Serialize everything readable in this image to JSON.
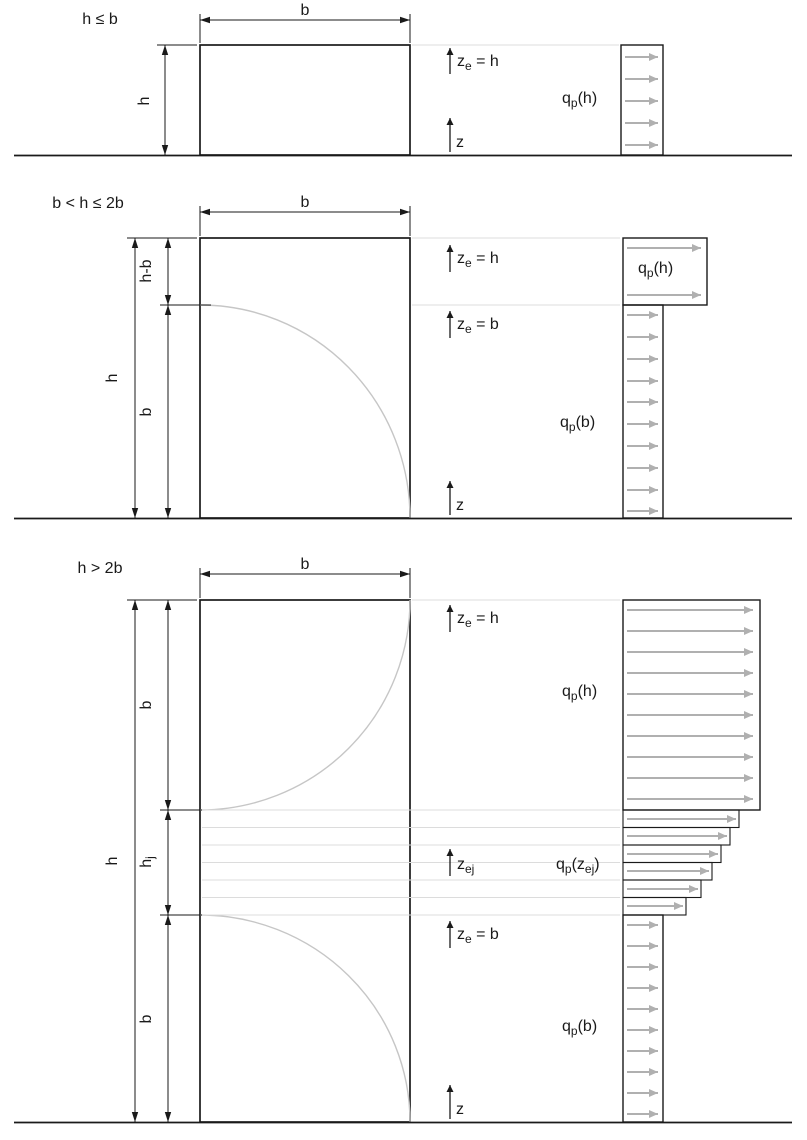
{
  "colors": {
    "line": "#1a1a1a",
    "pressure_arrow": "#b0b0b0",
    "zone_arc": "#c6c6c6",
    "guide_line": "#dcdcdc",
    "background": "#ffffff"
  },
  "cases": [
    {
      "condition": "h ≤ b",
      "dim_b": "b",
      "dim_h": "h",
      "ze_h": {
        "base": "z",
        "sub": "e",
        "rest": " = h"
      },
      "z_axis": "z",
      "qp_h": {
        "base": "q",
        "sub": "p",
        "rest": "(h)"
      }
    },
    {
      "condition": "b < h ≤ 2b",
      "dim_b": "b",
      "dim_h": "h",
      "dim_h_minus_b": "h-b",
      "dim_b_lower": "b",
      "ze_h": {
        "base": "z",
        "sub": "e",
        "rest": " = h"
      },
      "ze_b": {
        "base": "z",
        "sub": "e",
        "rest": " = b"
      },
      "z_axis": "z",
      "qp_h": {
        "base": "q",
        "sub": "p",
        "rest": "(h)"
      },
      "qp_b": {
        "base": "q",
        "sub": "p",
        "rest": "(b)"
      }
    },
    {
      "condition": "h > 2b",
      "dim_b": "b",
      "dim_h": "h",
      "dim_b_upper": "b",
      "dim_hj": {
        "base": "h",
        "sub": "j"
      },
      "dim_b_lower": "b",
      "ze_h": {
        "base": "z",
        "sub": "e",
        "rest": " = h"
      },
      "ze_j": {
        "base": "z",
        "sub": "ej"
      },
      "ze_b": {
        "base": "z",
        "sub": "e",
        "rest": " = b"
      },
      "z_axis": "z",
      "qp_h": {
        "base": "q",
        "sub": "p",
        "rest": "(h)"
      },
      "qp_zej": {
        "base": "q",
        "sub1": "p",
        "mid": "(z",
        "sub2": "ej",
        "end": ")"
      },
      "qp_b": {
        "base": "q",
        "sub": "p",
        "rest": "(b)"
      }
    }
  ]
}
